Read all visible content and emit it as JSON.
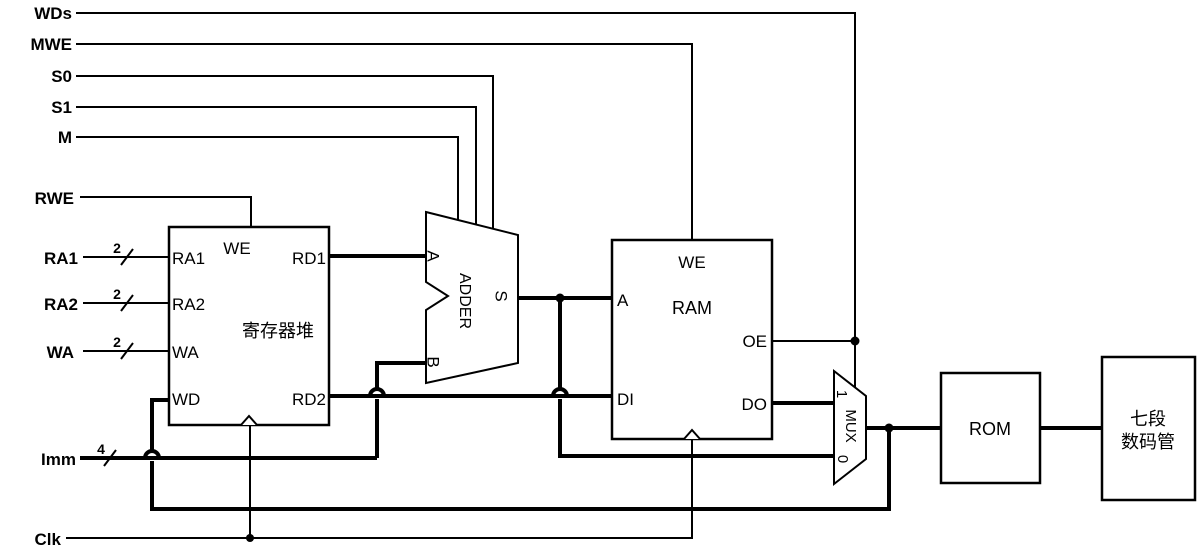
{
  "colors": {
    "wire": "#000000",
    "background": "#ffffff",
    "block_fill": "#ffffff"
  },
  "signals": {
    "wds": "WDs",
    "mwe": "MWE",
    "s0": "S0",
    "s1": "S1",
    "m": "M",
    "rwe": "RWE",
    "ra1": "RA1",
    "ra2": "RA2",
    "wa": "WA",
    "imm": "Imm",
    "clk": "Clk"
  },
  "bus_widths": {
    "ra1": "2",
    "ra2": "2",
    "wa": "2",
    "imm": "4"
  },
  "blocks": {
    "regfile": {
      "title": "寄存器堆",
      "ports": {
        "we": "WE",
        "ra1": "RA1",
        "ra2": "RA2",
        "wa": "WA",
        "wd": "WD",
        "rd1": "RD1",
        "rd2": "RD2"
      }
    },
    "adder": {
      "title": "ADDER",
      "ports": {
        "a": "A",
        "b": "B",
        "s": "S"
      }
    },
    "ram": {
      "title": "RAM",
      "ports": {
        "we": "WE",
        "a": "A",
        "oe": "OE",
        "di": "DI",
        "do": "DO"
      }
    },
    "mux": {
      "title": "MUX",
      "ports": {
        "in1": "1",
        "in0": "0"
      }
    },
    "rom": {
      "title": "ROM"
    },
    "seven_segment": {
      "title_line1": "七段",
      "title_line2": "数码管"
    }
  }
}
